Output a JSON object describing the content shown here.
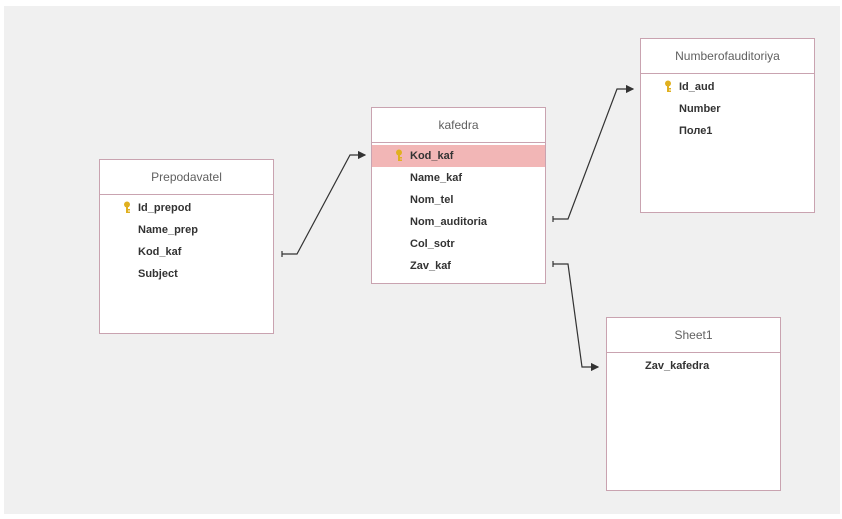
{
  "tables": {
    "prepodavatel": {
      "title": "Prepodavatel",
      "fields": [
        "Id_prepod",
        "Name_prep",
        "Kod_kaf",
        "Subject"
      ]
    },
    "kafedra": {
      "title": "kafedra",
      "fields": [
        "Kod_kaf",
        "Name_kaf",
        "Nom_tel",
        "Nom_auditoria",
        "Col_sotr",
        "Zav_kaf"
      ]
    },
    "numberofauditoriya": {
      "title": "Numberofauditoriya",
      "fields": [
        "Id_aud",
        "Number",
        "Поле1"
      ]
    },
    "sheet1": {
      "title": "Sheet1",
      "fields": [
        "Zav_kafedra"
      ]
    }
  },
  "colors": {
    "table_border": "#c9a3b0",
    "selected_field": "#f2b6b6",
    "key_icon": "#e0b020",
    "relation_line": "#333333"
  }
}
